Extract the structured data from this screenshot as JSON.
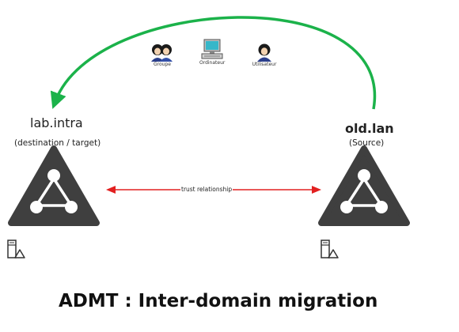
{
  "migration_objects": [
    {
      "label": "Groupe",
      "icon": "group-icon"
    },
    {
      "label": "Ordinateur",
      "icon": "computer-icon"
    },
    {
      "label": "Utilisateur",
      "icon": "user-icon"
    }
  ],
  "target_domain": {
    "name": "lab.intra",
    "role": "(destination / target)",
    "icon": "domain-triangle-icon"
  },
  "source_domain": {
    "name": "old.lan",
    "role": "(Source)",
    "icon": "domain-triangle-icon"
  },
  "trust": {
    "label": "trust relationship"
  },
  "title": "ADMT : Inter-domain migration",
  "colors": {
    "migration_arrow": "#1bb24a",
    "trust_arrow": "#e22020",
    "triangle_fill": "#3f3f3f"
  }
}
